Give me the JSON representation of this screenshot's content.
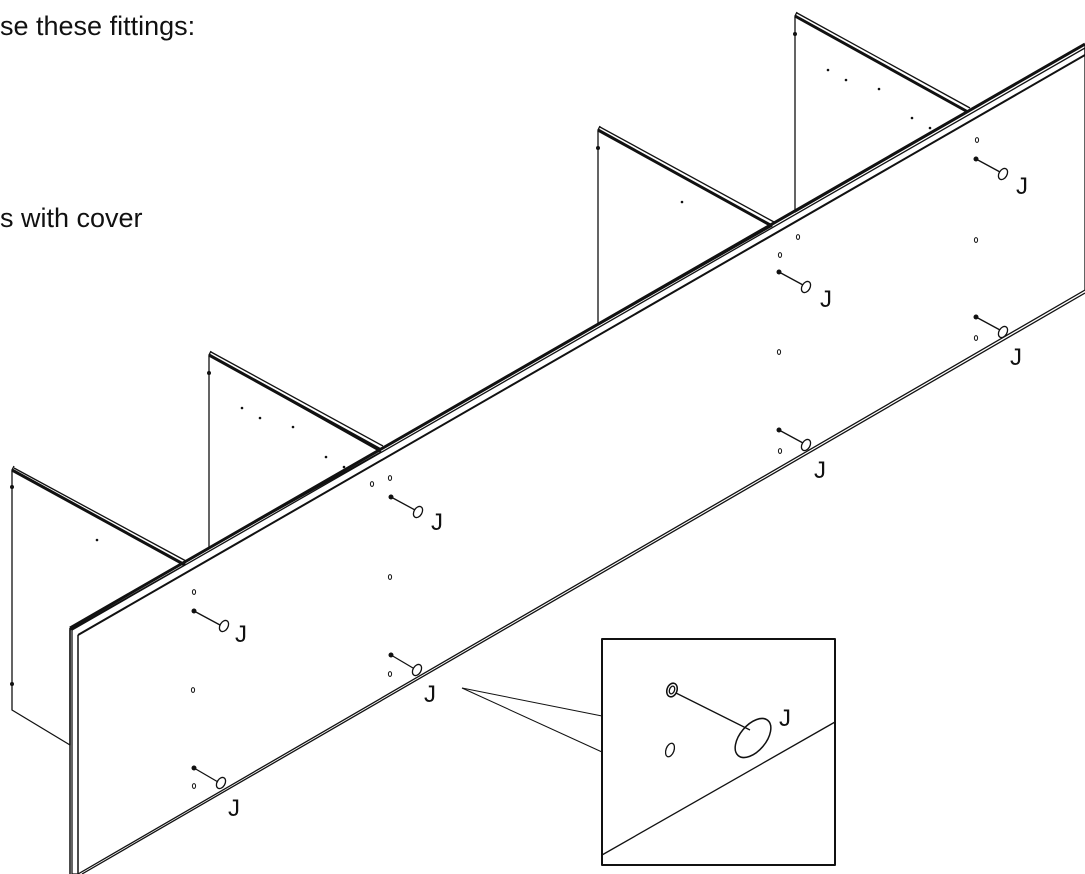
{
  "instructions": {
    "line1": "se these fittings:",
    "line2": "s with cover"
  },
  "part_label": "J",
  "detail_label": "J",
  "colors": {
    "line": "#111111",
    "background": "#ffffff"
  }
}
